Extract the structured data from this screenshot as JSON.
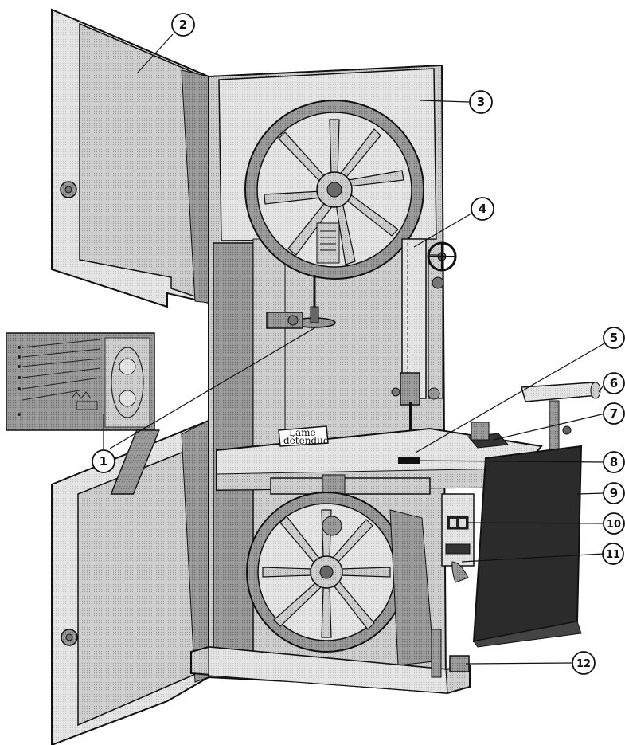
{
  "diagram": {
    "subject": "band-saw",
    "callouts": [
      {
        "id": 1,
        "label": "1"
      },
      {
        "id": 2,
        "label": "2"
      },
      {
        "id": 3,
        "label": "3"
      },
      {
        "id": 4,
        "label": "4"
      },
      {
        "id": 5,
        "label": "5"
      },
      {
        "id": 6,
        "label": "6"
      },
      {
        "id": 7,
        "label": "7"
      },
      {
        "id": 8,
        "label": "8"
      },
      {
        "id": 9,
        "label": "9"
      },
      {
        "id": 10,
        "label": "10"
      },
      {
        "id": 11,
        "label": "11"
      },
      {
        "id": 12,
        "label": "12"
      }
    ],
    "tag_label": {
      "line1": "Lame",
      "line2": "détendue"
    },
    "colors": {
      "body_gray": "#a9a9a9",
      "light_gray": "#d9d9d9",
      "dark_gray": "#6e6e6e",
      "motor_black": "#2b2b2b",
      "outline": "#111111"
    }
  }
}
